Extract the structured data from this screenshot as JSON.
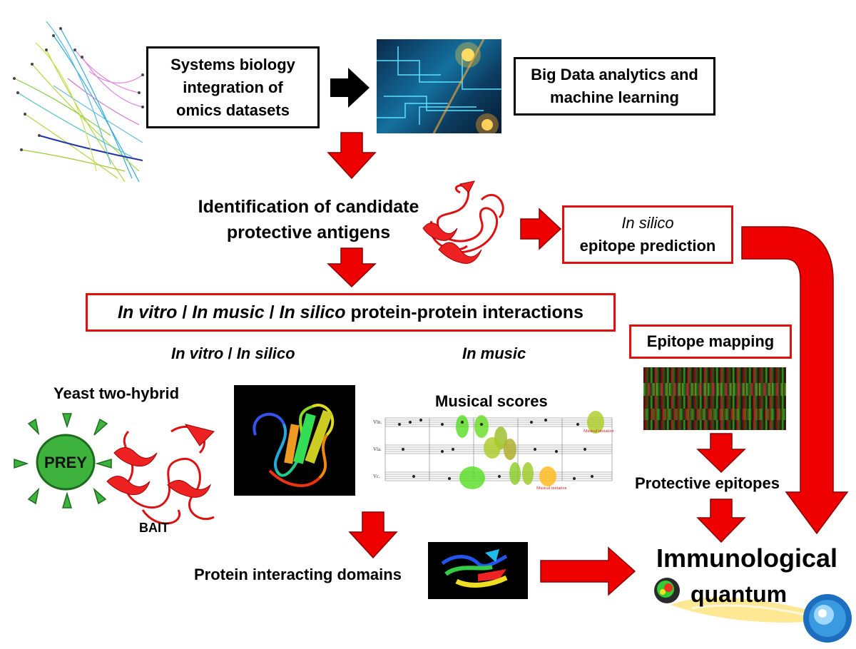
{
  "boxes": {
    "systems_biology": "Systems biology integration of omics datasets",
    "big_data": "Big Data analytics and machine learning",
    "in_silico_prefix": "In silico",
    "epitope_prediction": "epitope prediction",
    "ppi_in_vitro": "In vitro",
    "ppi_sep1": " / ",
    "ppi_in_music": "In music",
    "ppi_sep2": " / ",
    "ppi_in_silico": "In silico",
    "ppi_suffix": " protein-protein interactions",
    "epitope_mapping": "Epitope mapping"
  },
  "labels": {
    "identification": "Identification of  candidate protective antigens",
    "in_vitro_in_silico_a": "In vitro",
    "in_vitro_in_silico_sep": " / ",
    "in_vitro_in_silico_b": "In silico",
    "in_music": "In music",
    "yeast_two_hybrid": "Yeast two-hybrid",
    "prey": "PREY",
    "bait": "BAIT",
    "musical_scores": "Musical scores",
    "protective_epitopes": "Protective epitopes",
    "protein_interacting_domains": "Protein interacting domains",
    "immunological": "Immunological",
    "quantum": "quantum"
  },
  "score": {
    "staves": [
      "Vln.",
      "Vla.",
      "Vc."
    ],
    "annotation_top": "Musical imitation",
    "annotation_bottom": "Musical imitation"
  },
  "colors": {
    "arrow_red": "#ee0000",
    "arrow_black": "#000000",
    "box_red": "#e01010",
    "prey_green": "#3db33d",
    "bait_red": "#dd1111"
  },
  "icons": [
    "network-graph-image",
    "circuit-image",
    "protein-ribbon-icon",
    "heatmap-image",
    "orb-icon"
  ]
}
